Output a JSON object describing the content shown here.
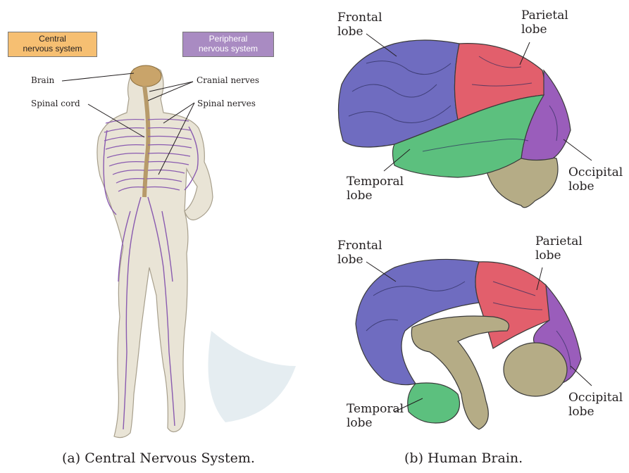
{
  "panel_a": {
    "box_central": "Central\nnervous system",
    "box_peripheral": "Peripheral\nnervous system",
    "label_brain": "Brain",
    "label_cranial": "Cranial nerves",
    "label_spinal_cord": "Spinal cord",
    "label_spinal_nerves": "Spinal nerves",
    "caption": "(a) Central Nervous System."
  },
  "panel_b": {
    "lateral": {
      "frontal": "Frontal\nlobe",
      "parietal": "Parietal\nlobe",
      "temporal": "Temporal\nlobe",
      "occipital": "Occipital\nlobe"
    },
    "medial": {
      "frontal": "Frontal\nlobe",
      "parietal": "Parietal\nlobe",
      "temporal": "Temporal\nlobe",
      "occipital": "Occipital\nlobe"
    },
    "caption": "(b) Human Brain."
  },
  "colors": {
    "central_box": "#f6bf72",
    "peripheral_box": "#a98bc2",
    "frontal": "#6f6cc0",
    "parietal": "#e25f6c",
    "temporal": "#5cc07e",
    "occipital": "#9a5dbb",
    "cerebellum": "#b5ac86",
    "nerves": "#8a5bb0",
    "skin": "#e9e4d6"
  }
}
